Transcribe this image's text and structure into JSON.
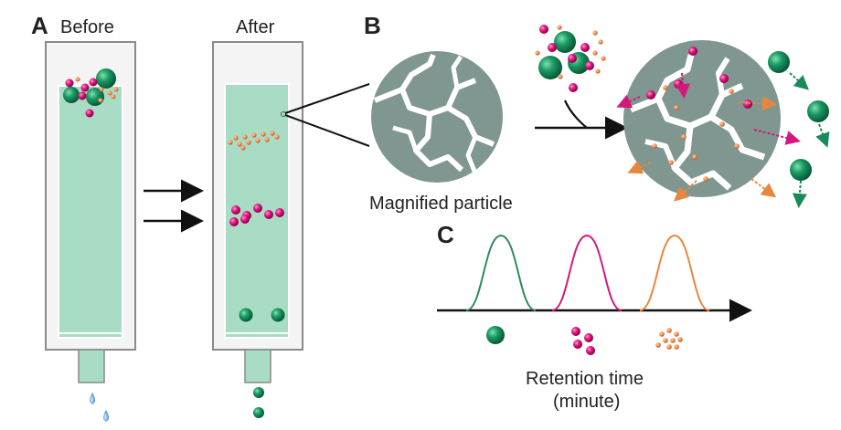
{
  "panels": {
    "a": {
      "letter": "A",
      "before": "Before",
      "after": "After"
    },
    "b": {
      "letter": "B",
      "caption": "Magnified particle"
    },
    "c": {
      "letter": "C",
      "axis_line1": "Retention time",
      "axis_line2": "(minute)"
    }
  },
  "colors": {
    "resin": "#a9dcc4",
    "tube_wall": "#888888",
    "particle_gray": "#7f9790",
    "large_molecule": "#1a8a5a",
    "medium_molecule": "#e0127c",
    "small_molecule": "#f08a50",
    "drop": "#5aa0dc",
    "peak_green": "#2e8a5c",
    "peak_magenta": "#d4197c",
    "peak_orange": "#e8863e"
  }
}
